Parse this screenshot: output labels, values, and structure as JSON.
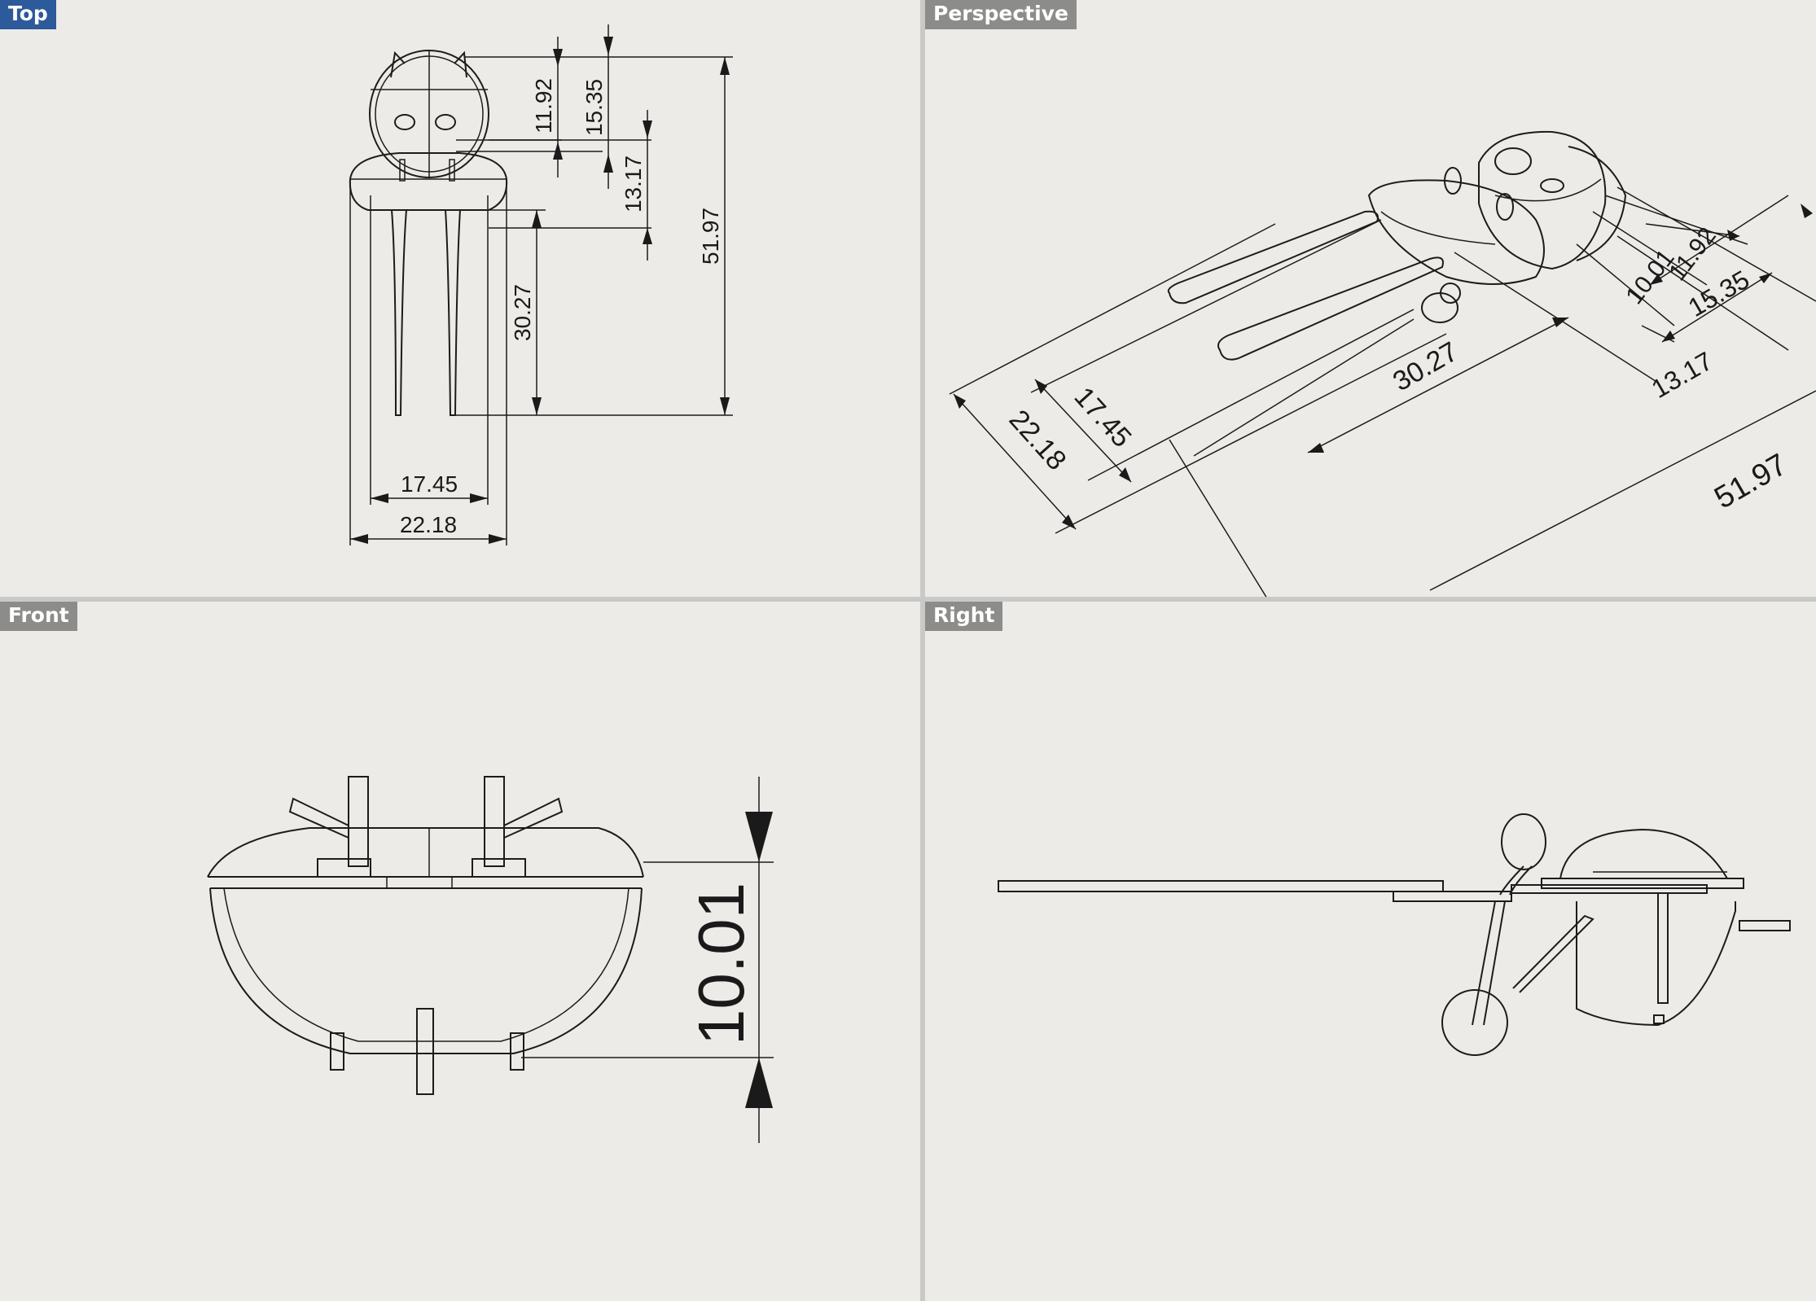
{
  "viewports": {
    "top": {
      "label": "Top",
      "dims": [
        "11.92",
        "15.35",
        "13.17",
        "51.97",
        "30.27",
        "17.45",
        "22.18"
      ]
    },
    "perspective": {
      "label": "Perspective",
      "dims": [
        "17.45",
        "22.18",
        "30.27",
        "10.01",
        "11.92",
        "15.35",
        "13.17",
        "51.97"
      ]
    },
    "front": {
      "label": "Front",
      "dims": [
        "10.01"
      ]
    },
    "right": {
      "label": "Right"
    }
  },
  "colors": {
    "active_label_bg": "#2c5a9a",
    "inactive_label_bg": "#8c8c8a",
    "paper": "#ecebe7",
    "separator": "#c9c9c7"
  }
}
